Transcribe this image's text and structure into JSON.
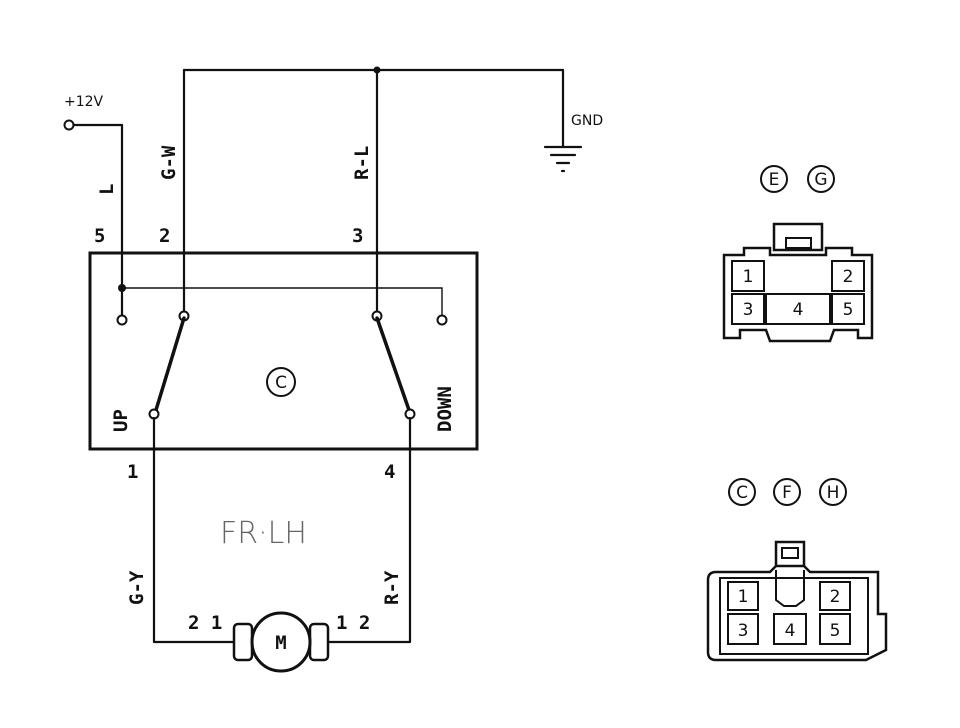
{
  "supply": {
    "label": "+12V"
  },
  "ground": {
    "label": "GND"
  },
  "wires": {
    "l": "L",
    "gw": "G-W",
    "rl": "R-L",
    "gy": "G-Y",
    "ry": "R-Y"
  },
  "switch": {
    "id": "C",
    "pins": {
      "p5": "5",
      "p2": "2",
      "p3": "3",
      "p1": "1",
      "p4": "4"
    },
    "up": "UP",
    "down": "DOWN"
  },
  "motor": {
    "label": "M",
    "left_pins": "2 1",
    "right_pins": "1 2"
  },
  "caption": "FR·LH",
  "connector_top": {
    "ids": [
      "E",
      "G"
    ],
    "pins": [
      "1",
      "2",
      "3",
      "4",
      "5"
    ]
  },
  "connector_bottom": {
    "ids": [
      "C",
      "F",
      "H"
    ],
    "pins": [
      "1",
      "2",
      "3",
      "4",
      "5"
    ]
  }
}
